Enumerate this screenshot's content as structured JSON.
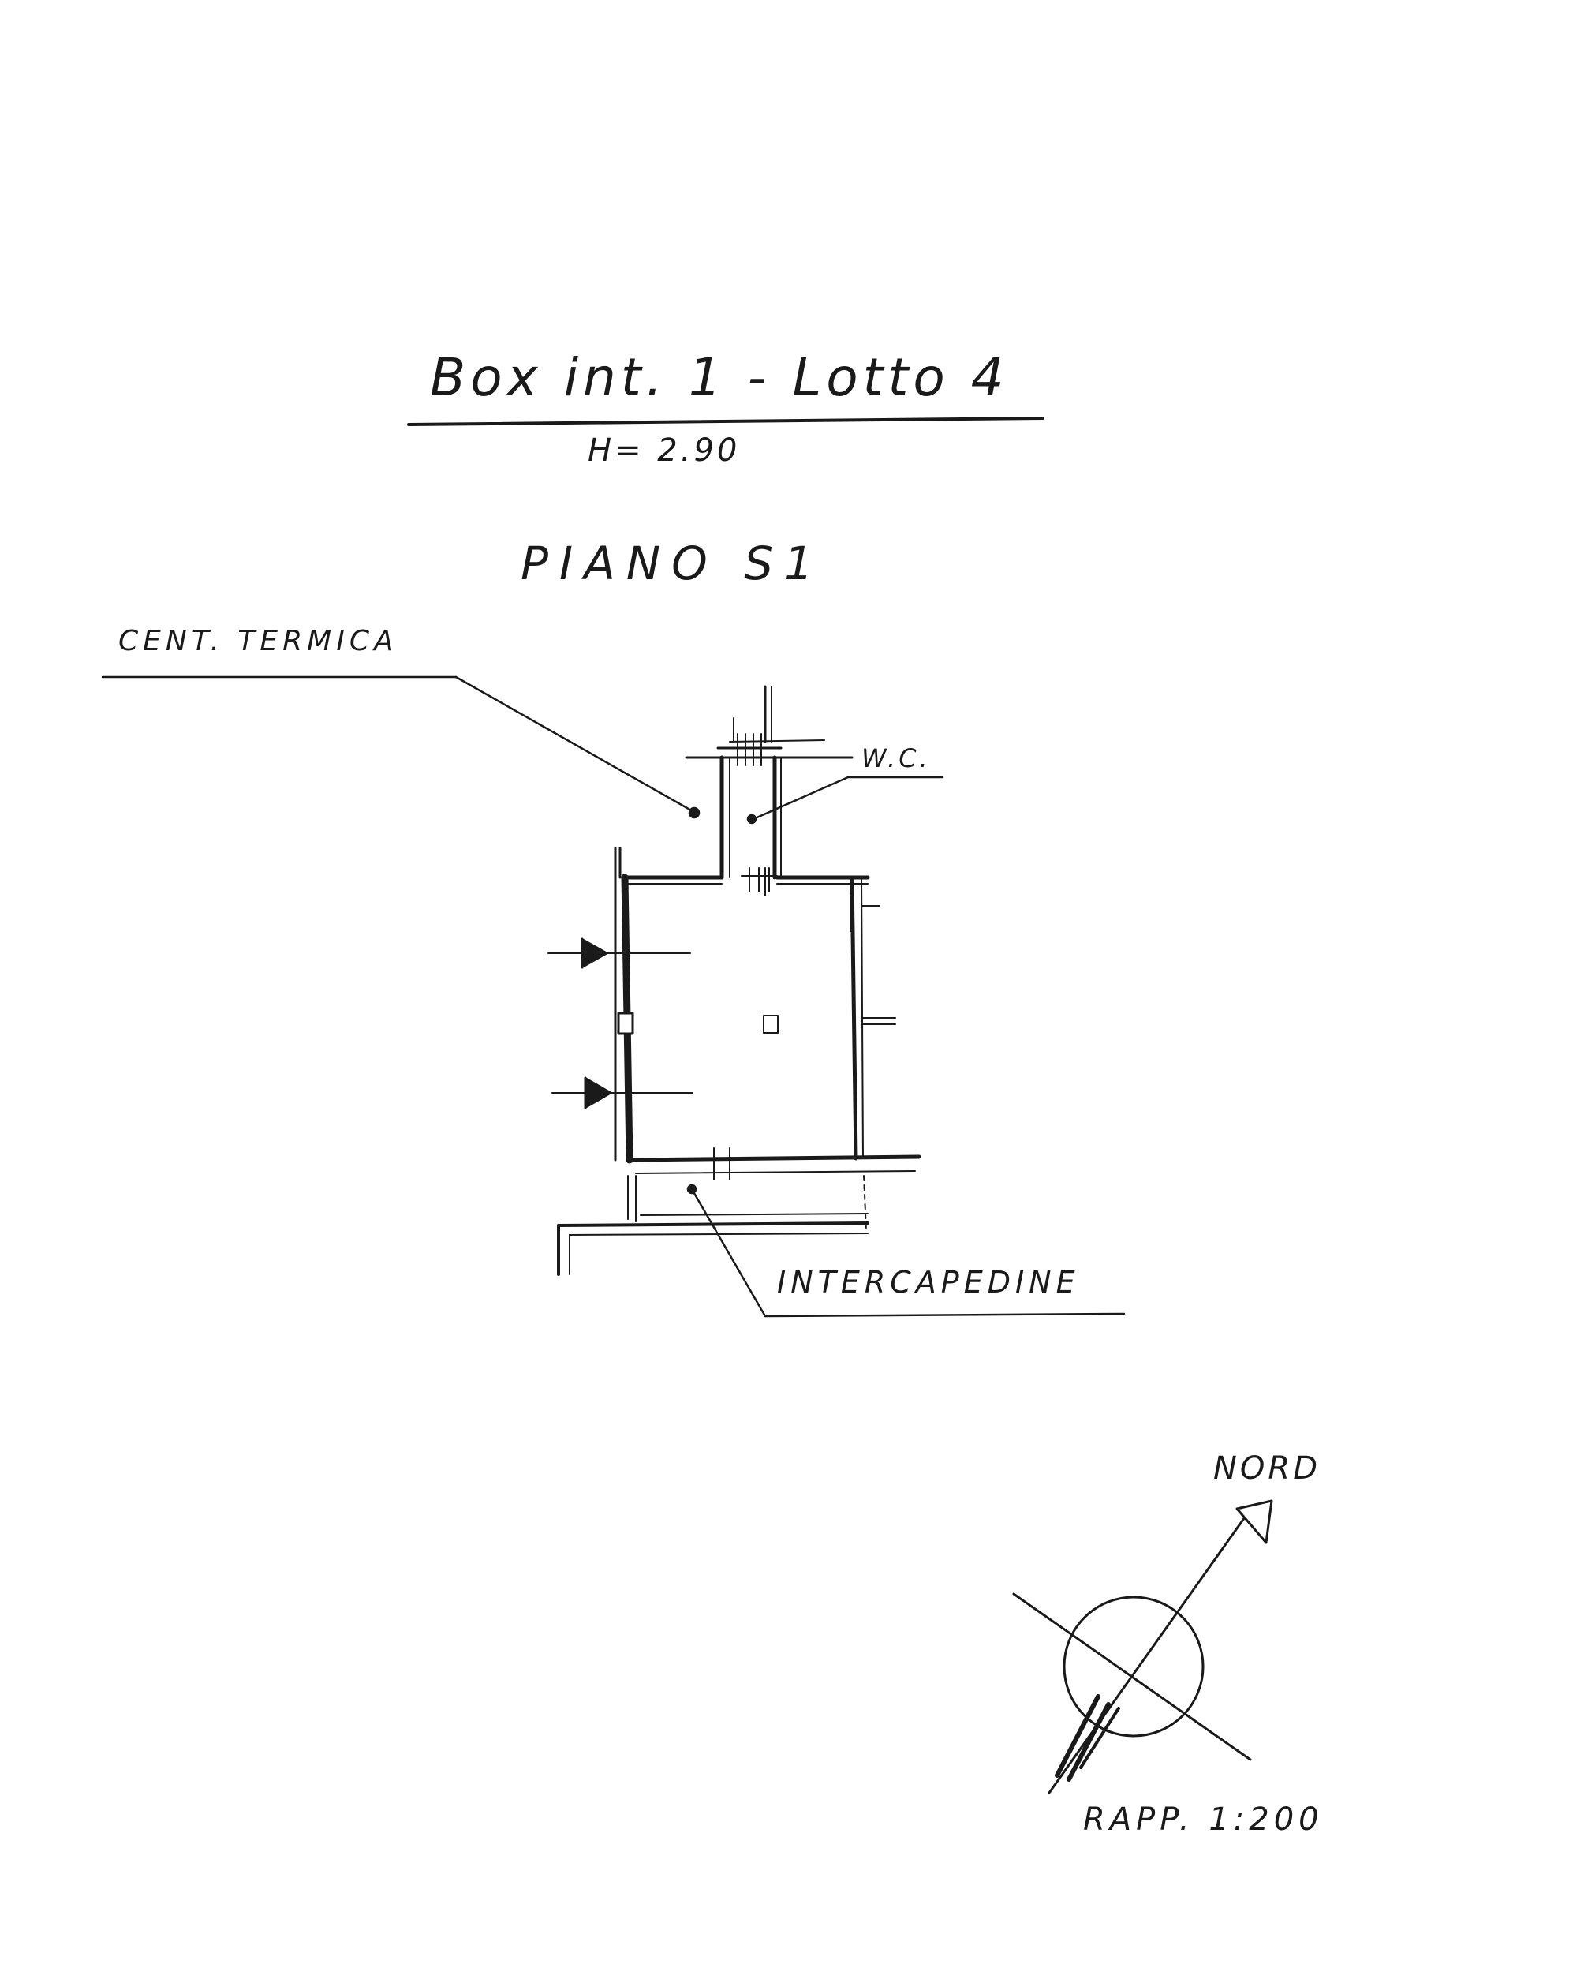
{
  "drawing": {
    "title": "Box int. 1 - Lotto 4",
    "height_label": "H= 2.90",
    "floor_label": "PIANO S1",
    "labels": {
      "cent_termica": "CENT. TERMICA",
      "wc": "W.C.",
      "intercapedine": "INTERCAPEDINE",
      "nord": "NORD",
      "scale": "RAPP. 1:200"
    },
    "line_color": "#1a1a1a",
    "background_color": "#ffffff",
    "icons": {
      "north_arrow": "north-arrow-icon",
      "entry_arrow": "entry-arrow-icon"
    }
  }
}
